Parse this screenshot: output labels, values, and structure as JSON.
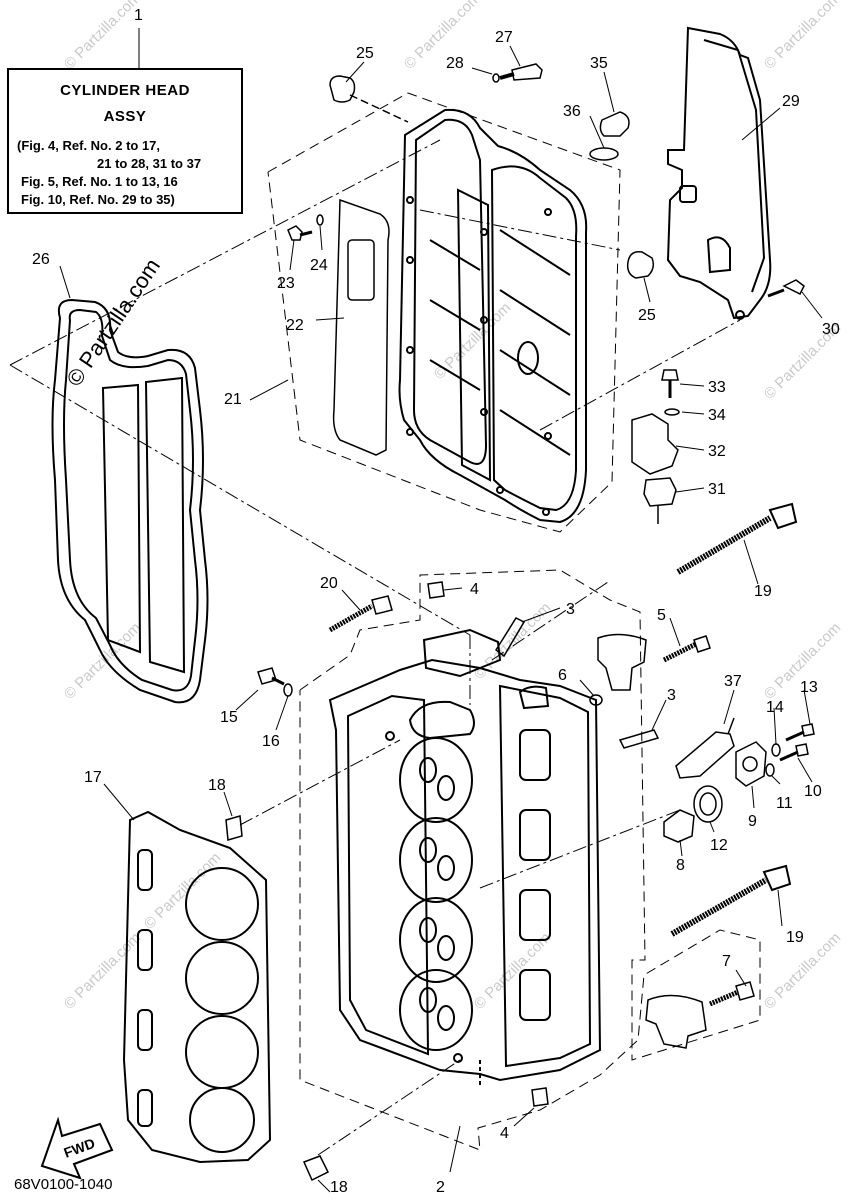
{
  "title_box": {
    "line1": "CYLINDER HEAD",
    "line2": "ASSY",
    "refs": [
      "(Fig. 4, Ref. No. 2 to 17,",
      "21 to 28, 31 to 37",
      "Fig. 5, Ref. No. 1 to 13, 16",
      "Fig. 10, Ref. No. 29 to 35)"
    ]
  },
  "callouts": {
    "c1": "1",
    "c2": "2",
    "c3a": "3",
    "c3b": "3",
    "c4a": "4",
    "c4b": "4",
    "c5": "5",
    "c6": "6",
    "c7": "7",
    "c8": "8",
    "c9": "9",
    "c10": "10",
    "c11": "11",
    "c12": "12",
    "c13": "13",
    "c14": "14",
    "c15": "15",
    "c16": "16",
    "c17": "17",
    "c18a": "18",
    "c18b": "18",
    "c19a": "19",
    "c19b": "19",
    "c20": "20",
    "c21": "21",
    "c22": "22",
    "c23": "23",
    "c24": "24",
    "c25a": "25",
    "c25b": "25",
    "c26": "26",
    "c27": "27",
    "c28": "28",
    "c29": "29",
    "c30": "30",
    "c31": "31",
    "c32": "32",
    "c33": "33",
    "c34": "34",
    "c35": "35",
    "c36": "36",
    "c37": "37"
  },
  "fwd_label": "FWD",
  "watermark": {
    "big": "© Partzilla.com",
    "small": "© Partzilla.com"
  },
  "drawing_number": "68V0100-1040"
}
